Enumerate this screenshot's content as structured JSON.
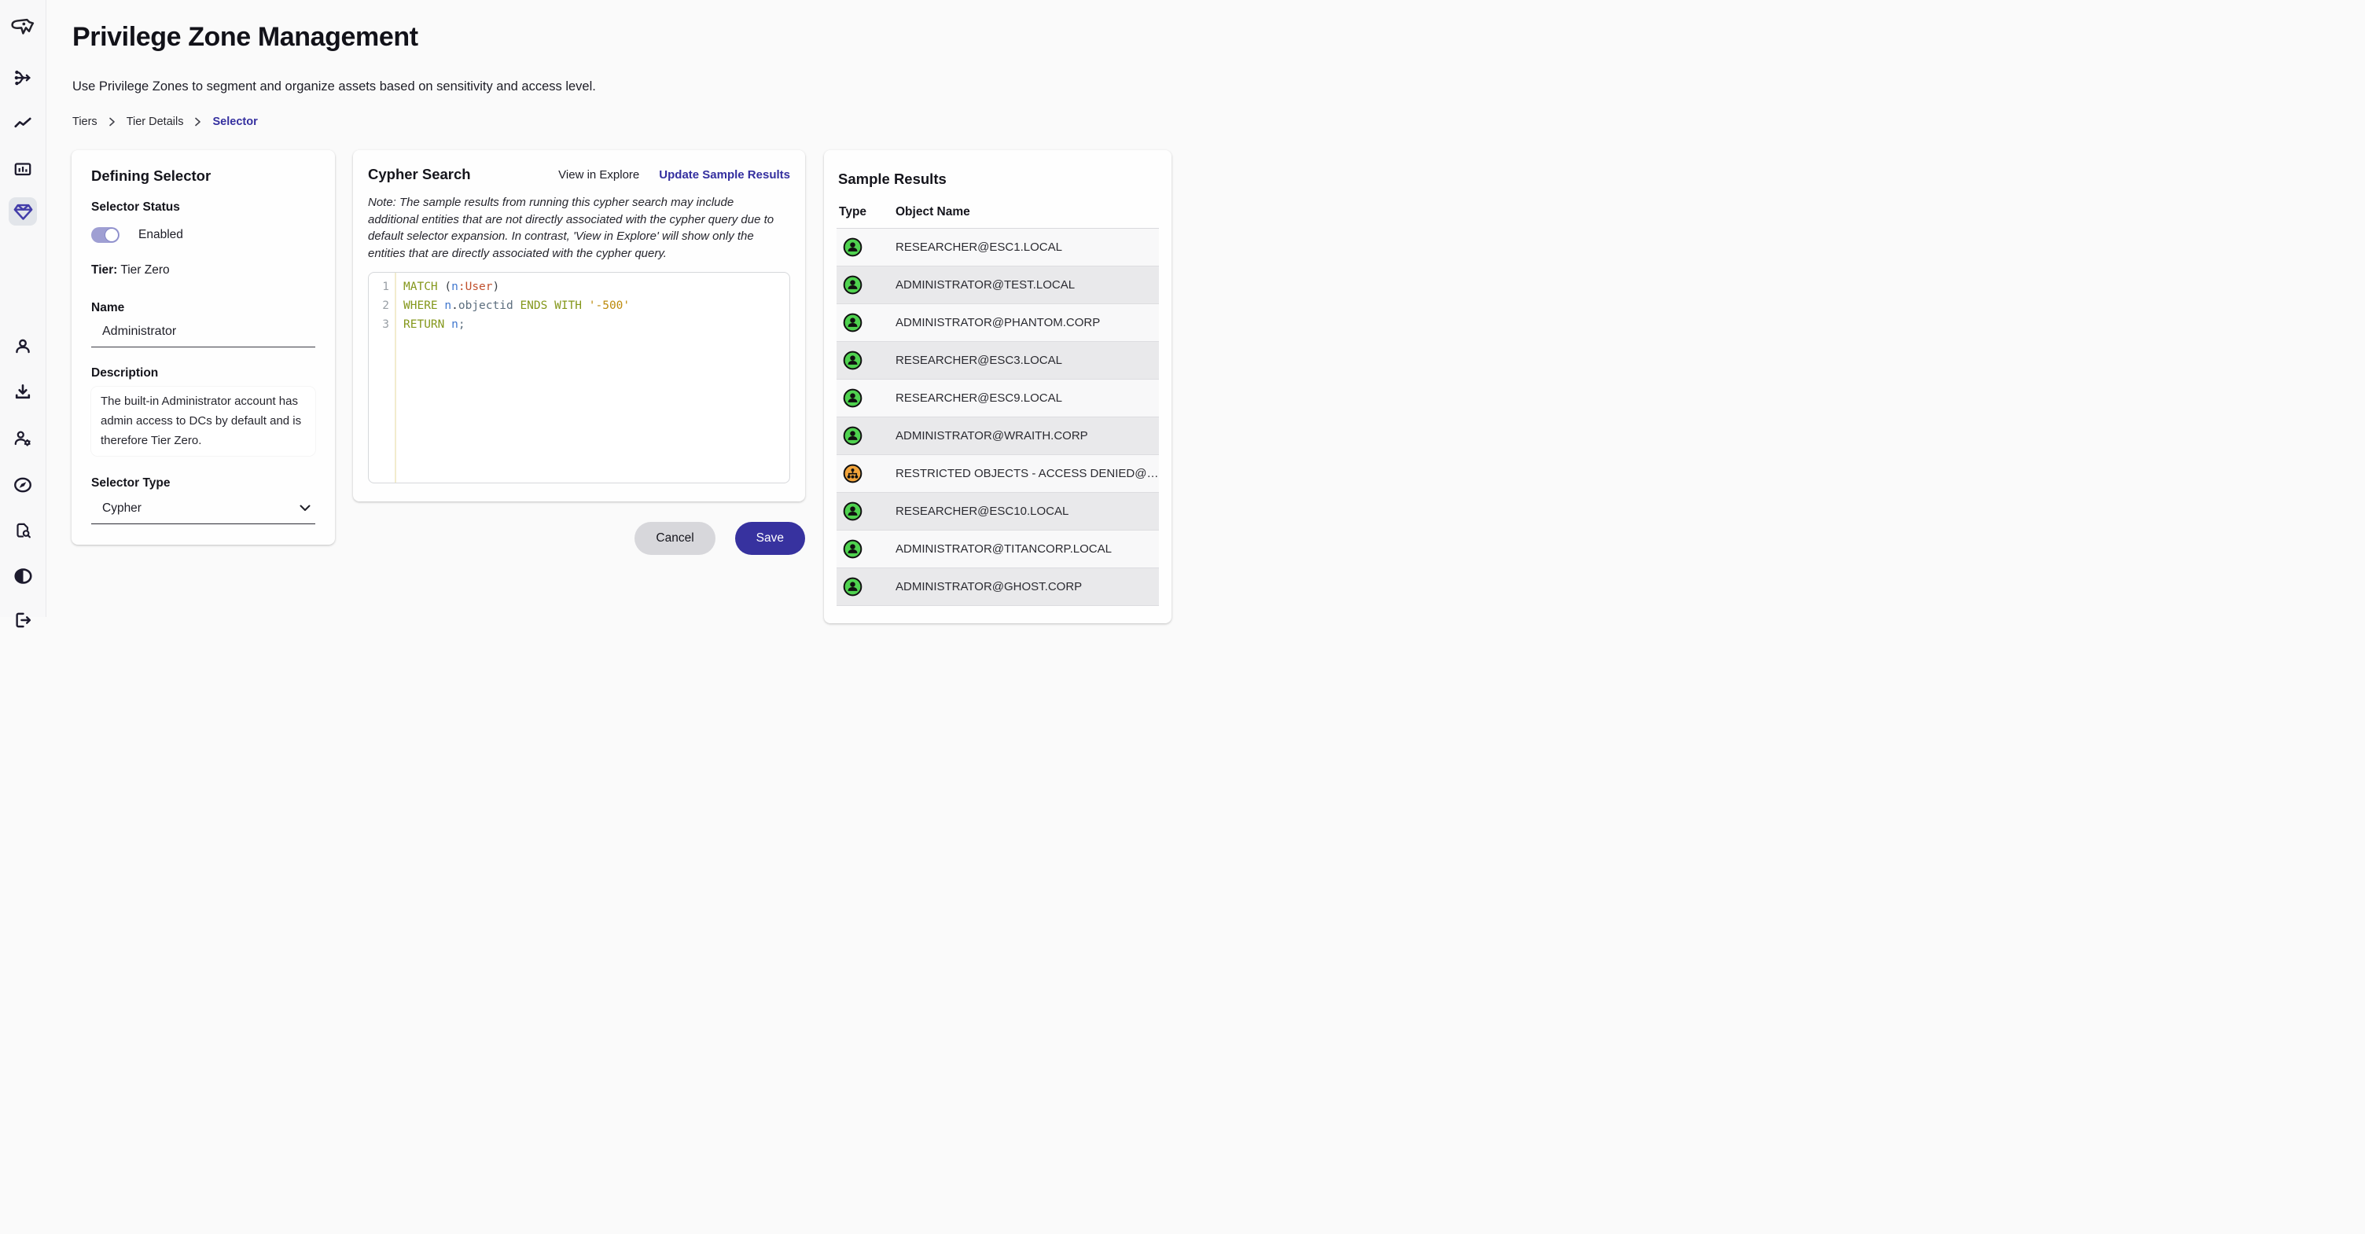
{
  "app": {
    "accent": "#37329F",
    "background": "#fafafa"
  },
  "header": {
    "title": "Privilege Zone Management",
    "subtitle": "Use Privilege Zones to segment and organize assets based on sensitivity and access level."
  },
  "breadcrumb": {
    "items": [
      "Tiers",
      "Tier Details"
    ],
    "current": "Selector"
  },
  "sidebar": {
    "icons": [
      "bloodhound-logo",
      "pathfinding-icon",
      "trend-chart-icon",
      "reports-icon",
      "privilege-zones-icon",
      "profile-icon",
      "download-icon",
      "user-admin-icon",
      "compass-icon",
      "document-search-icon",
      "contrast-icon",
      "logout-icon"
    ],
    "active": "privilege-zones-icon"
  },
  "defining_selector": {
    "title": "Defining Selector",
    "status_label": "Selector Status",
    "status_value": "Enabled",
    "status_enabled": true,
    "tier_label": "Tier:",
    "tier_value": "Tier Zero",
    "name_label": "Name",
    "name_value": "Administrator",
    "description_label": "Description",
    "description_value": "The built-in Administrator account has admin access to DCs by default and is therefore Tier Zero.",
    "type_label": "Selector Type",
    "type_value": "Cypher"
  },
  "cypher_search": {
    "title": "Cypher Search",
    "view_in_explore": "View in Explore",
    "update_sample_results": "Update Sample Results",
    "note": "Note: The sample results from running this cypher search may include additional entities that are not directly associated with the cypher query due to default selector expansion. In contrast, 'View in Explore' will show only the entities that are directly associated with the cypher query.",
    "code": {
      "lines": [
        {
          "no": 1,
          "tokens": [
            {
              "c": "kw",
              "t": "MATCH"
            },
            {
              "c": "pl",
              "t": " ("
            },
            {
              "c": "var",
              "t": "n"
            },
            {
              "c": "lbl",
              "t": ":User"
            },
            {
              "c": "pl",
              "t": ")"
            }
          ]
        },
        {
          "no": 2,
          "tokens": [
            {
              "c": "kw",
              "t": "WHERE"
            },
            {
              "c": "pl",
              "t": " "
            },
            {
              "c": "var",
              "t": "n"
            },
            {
              "c": "pl",
              "t": "."
            },
            {
              "c": "prop",
              "t": "objectid"
            },
            {
              "c": "pl",
              "t": " "
            },
            {
              "c": "kw",
              "t": "ENDS"
            },
            {
              "c": "pl",
              "t": " "
            },
            {
              "c": "kw",
              "t": "WITH"
            },
            {
              "c": "pl",
              "t": " "
            },
            {
              "c": "str",
              "t": "'-500'"
            }
          ]
        },
        {
          "no": 3,
          "tokens": [
            {
              "c": "kw",
              "t": "RETURN"
            },
            {
              "c": "pl",
              "t": " "
            },
            {
              "c": "var",
              "t": "n"
            },
            {
              "c": "prop",
              "t": ";"
            }
          ]
        }
      ]
    },
    "syntax_colors": {
      "kw": "#84971B",
      "var": "#4077CE",
      "lbl": "#C0502D",
      "prop": "#5C6E7E",
      "str": "#BD8B0E",
      "pl": "#3A3F46",
      "line_no": "#9AA0A6"
    },
    "cancel_label": "Cancel",
    "save_label": "Save"
  },
  "sample_results": {
    "title": "Sample Results",
    "columns": [
      "Type",
      "Object Name"
    ],
    "icon_colors": {
      "user": "#4FD24F",
      "restricted": "#F2A43B"
    },
    "rows": [
      {
        "icon": "user",
        "name": "RESEARCHER@ESC1.LOCAL"
      },
      {
        "icon": "user",
        "name": "ADMINISTRATOR@TEST.LOCAL"
      },
      {
        "icon": "user",
        "name": "ADMINISTRATOR@PHANTOM.CORP"
      },
      {
        "icon": "user",
        "name": "RESEARCHER@ESC3.LOCAL"
      },
      {
        "icon": "user",
        "name": "RESEARCHER@ESC9.LOCAL"
      },
      {
        "icon": "user",
        "name": "ADMINISTRATOR@WRAITH.CORP"
      },
      {
        "icon": "restricted",
        "name": "RESTRICTED OBJECTS - ACCESS DENIED@…"
      },
      {
        "icon": "user",
        "name": "RESEARCHER@ESC10.LOCAL"
      },
      {
        "icon": "user",
        "name": "ADMINISTRATOR@TITANCORP.LOCAL"
      },
      {
        "icon": "user",
        "name": "ADMINISTRATOR@GHOST.CORP"
      }
    ]
  }
}
